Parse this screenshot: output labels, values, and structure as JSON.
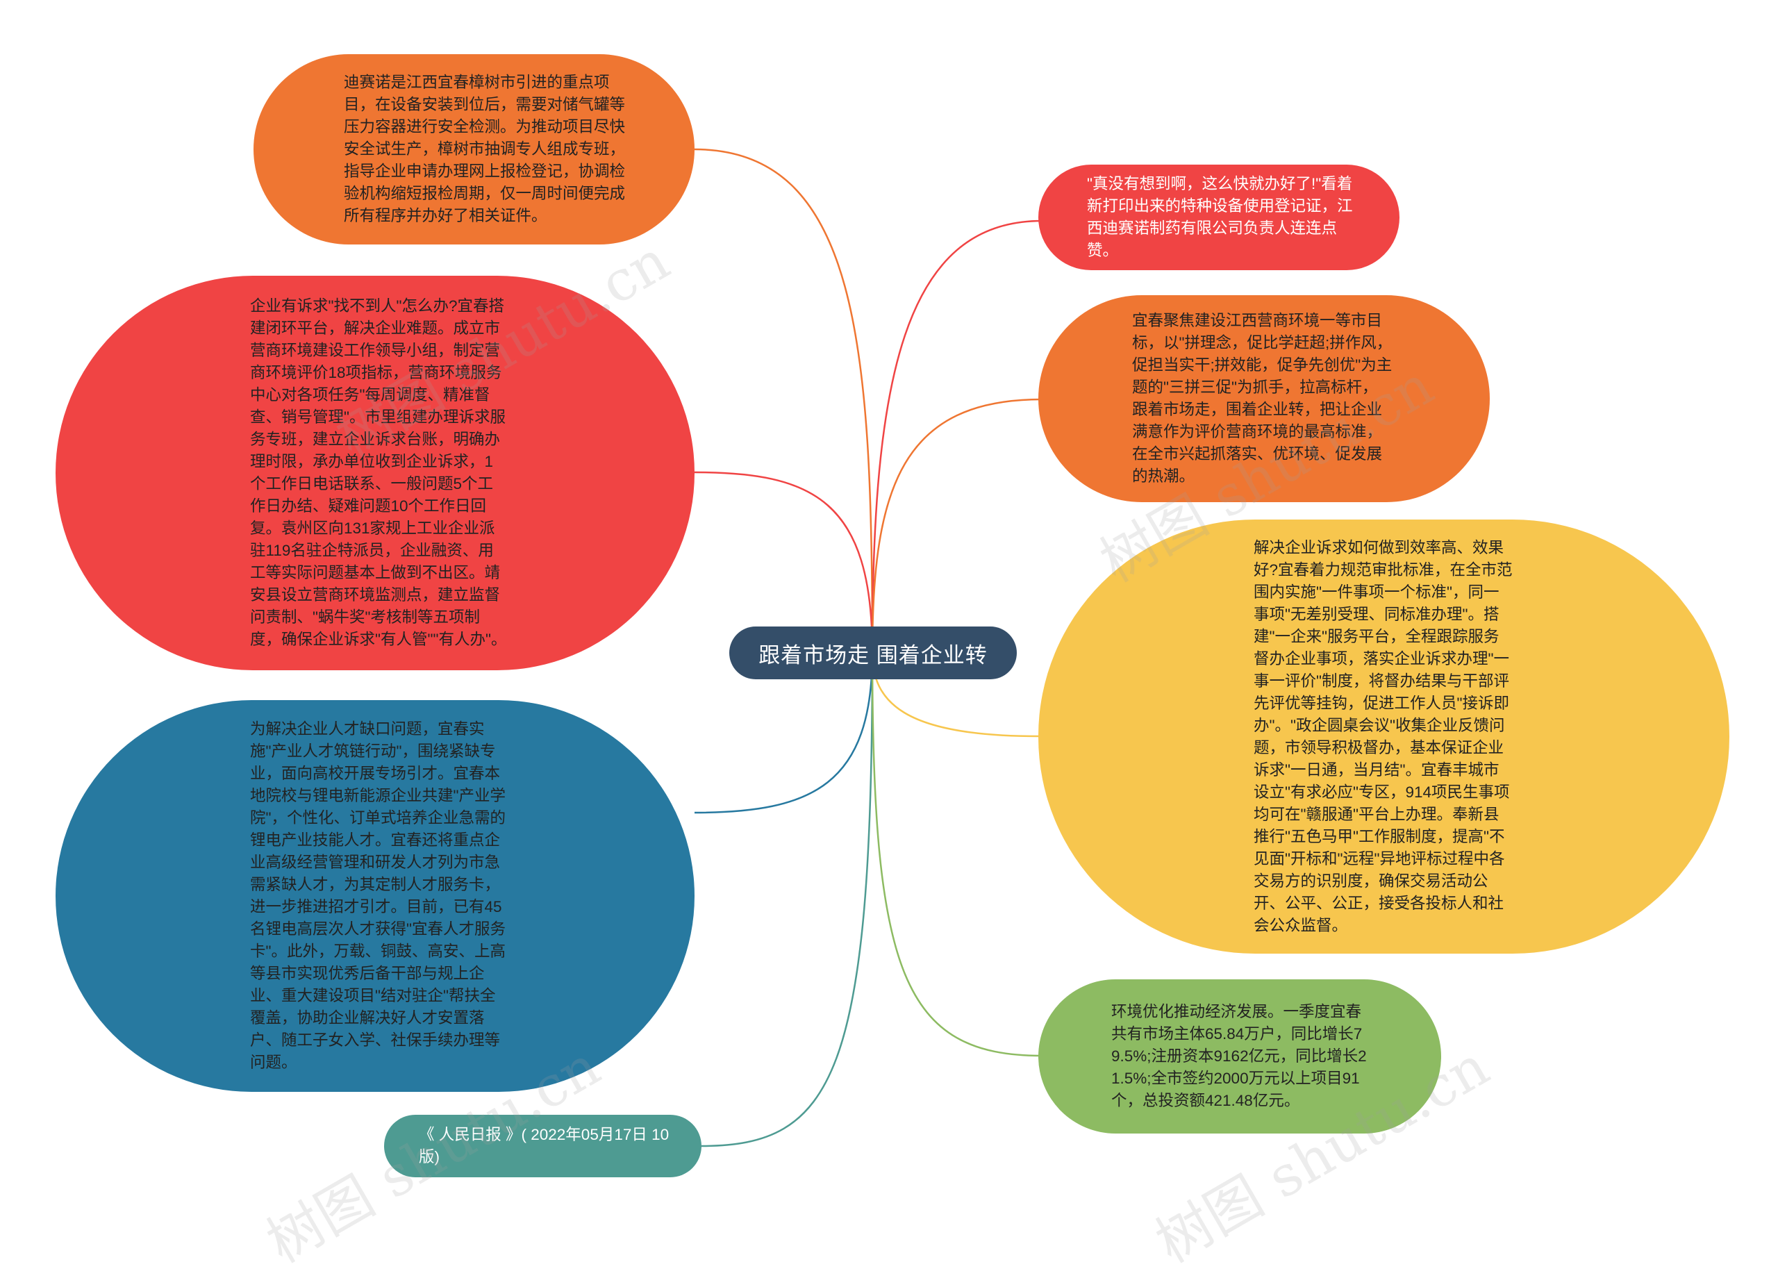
{
  "center": {
    "label": "跟着市场走  围着企业转"
  },
  "colors": {
    "orange": "#ef7632",
    "red": "#f04444",
    "blue": "#2779a0",
    "yellow": "#f7c64e",
    "green": "#8dbb62",
    "teal": "#4e9b92",
    "center": "#344e69"
  },
  "nodes": {
    "left_orange": "迪赛诺是江西宜春樟树市引进的重点项目，在设备安装到位后，需要对储气罐等压力容器进行安全检测。为推动项目尽快安全试生产，樟树市抽调专人组成专班，指导企业申请办理网上报检登记，协调检验机构缩短报检周期，仅一周时间便完成所有程序并办好了相关证件。",
    "left_red": "企业有诉求\"找不到人\"怎么办?宜春搭建闭环平台，解决企业难题。成立市营商环境建设工作领导小组，制定营商环境评价18项指标，营商环境服务中心对各项任务\"每周调度、精准督查、销号管理\"。市里组建办理诉求服务专班，建立企业诉求台账，明确办理时限，承办单位收到企业诉求，1个工作日电话联系、一般问题5个工作日办结、疑难问题10个工作日回复。袁州区向131家规上工业企业派驻119名驻企特派员，企业融资、用工等实际问题基本上做到不出区。靖安县设立营商环境监测点，建立监督问责制、\"蜗牛奖\"考核制等五项制度，确保企业诉求\"有人管\"\"有人办\"。",
    "left_blue": "为解决企业人才缺口问题，宜春实施\"产业人才筑链行动\"，围绕紧缺专业，面向高校开展专场引才。宜春本地院校与锂电新能源企业共建\"产业学院\"，个性化、订单式培养企业急需的锂电产业技能人才。宜春还将重点企业高级经营管理和研发人才列为市急需紧缺人才，为其定制人才服务卡，进一步推进招才引才。目前，已有45名锂电高层次人才获得\"宜春人才服务卡\"。此外，万载、铜鼓、高安、上高等县市实现优秀后备干部与规上企业、重大建设项目\"结对驻企\"帮扶全覆盖，协助企业解决好人才安置落户、随工子女入学、社保手续办理等问题。",
    "left_source": "《 人民日报 》( 2022年05月17日 10 版)",
    "right_red": "\"真没有想到啊，这么快就办好了!\"看着新打印出来的特种设备使用登记证，江西迪赛诺制药有限公司负责人连连点赞。",
    "right_orange": "宜春聚焦建设江西营商环境一等市目标，以\"拼理念，促比学赶超;拼作风，促担当实干;拼效能，促争先创优\"为主题的\"三拼三促\"为抓手，拉高标杆，跟着市场走，围着企业转，把让企业满意作为评价营商环境的最高标准，在全市兴起抓落实、优环境、促发展的热潮。",
    "right_yellow": "解决企业诉求如何做到效率高、效果好?宜春着力规范审批标准，在全市范围内实施\"一件事项一个标准\"，同一事项\"无差别受理、同标准办理\"。搭建\"一企来\"服务平台，全程跟踪服务督办企业事项，落实企业诉求办理\"一事一评价\"制度，将督办结果与干部评先评优等挂钩，促进工作人员\"接诉即办\"。\"政企圆桌会议\"收集企业反馈问题，市领导积极督办，基本保证企业诉求\"一日通，当月结\"。宜春丰城市设立\"有求必应\"专区，914项民生事项均可在\"赣服通\"平台上办理。奉新县推行\"五色马甲\"工作服制度，提高\"不见面\"开标和\"远程\"异地评标过程中各交易方的识别度，确保交易活动公开、公平、公正，接受各投标人和社会公众监督。",
    "right_green": "环境优化推动经济发展。一季度宜春共有市场主体65.84万户，同比增长79.5%;注册资本9162亿元，同比增长21.5%;全市签约2000万元以上项目91个，总投资额421.48亿元。"
  },
  "watermark": "树图 shutu.cn"
}
